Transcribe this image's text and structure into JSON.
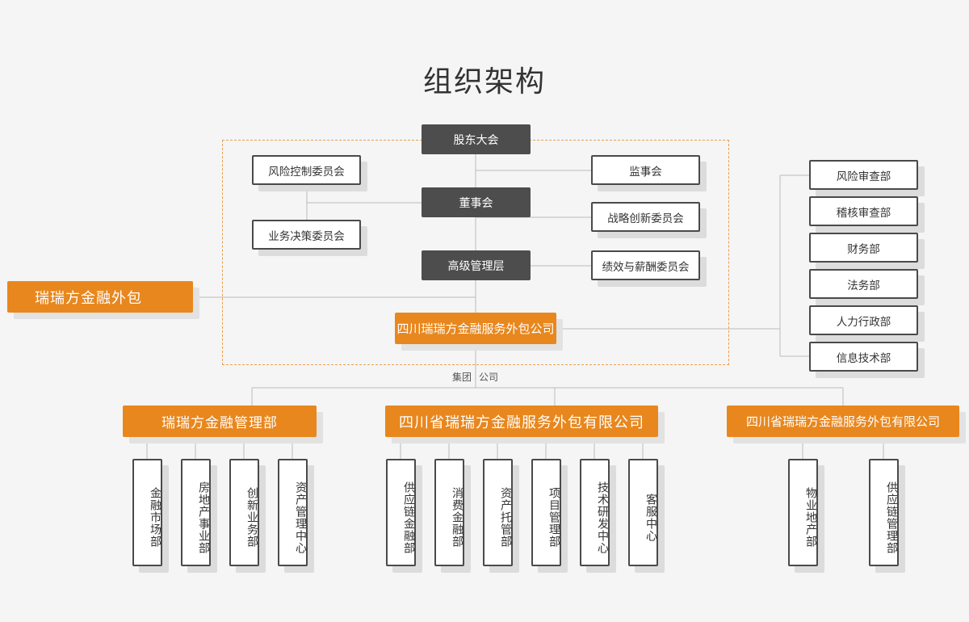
{
  "title": "组织架构",
  "governance": {
    "shareholders": "股东大会",
    "board": "董事会",
    "senior_management": "高级管理层",
    "supervisory_board": "监事会",
    "risk_committee": "风险控制委员会",
    "business_committee": "业务决策委员会",
    "strategy_committee": "战略创新委员会",
    "compensation_committee": "绩效与薪酬委员会"
  },
  "brand": "瑞瑞方金融外包",
  "main_company": "四川瑞瑞方金融服务外包公司",
  "group_label": {
    "part1": "集团",
    "part2": "公司"
  },
  "right_departments": [
    "风险审查部",
    "稽核审查部",
    "财务部",
    "法务部",
    "人力行政部",
    "信息技术部"
  ],
  "divisions": [
    {
      "name": "瑞瑞方金融管理部",
      "units": [
        "金融市场部",
        "房地产事业部",
        "创新业务部",
        "资产管理中心"
      ]
    },
    {
      "name": "四川省瑞瑞方金融服务外包有限公司",
      "units": [
        "供应链金融部",
        "消费金融部",
        "资产托管部",
        "项目管理部",
        "技术研发中心",
        "客服中心"
      ]
    },
    {
      "name": "四川省瑞瑞方金融服务外包有限公司",
      "units": [
        "物业地产部",
        "供应链管理部"
      ]
    }
  ],
  "colors": {
    "accent": "#e8871e",
    "dark_box": "#4d4d4d",
    "line": "#bbbbbb",
    "dashed_border": "#e8a050"
  }
}
